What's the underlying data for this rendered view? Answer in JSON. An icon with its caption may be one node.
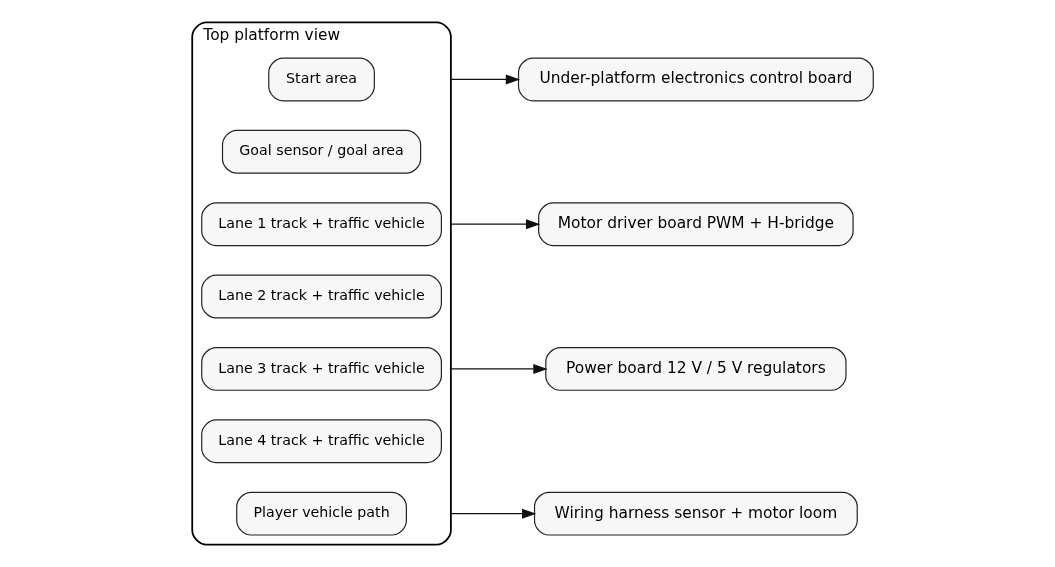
{
  "diagram": {
    "nodes": [
      {
        "text": [
          "Top platform view"
        ]
      },
      {
        "text": [
          "Start area"
        ],
        "in": 0
      },
      {
        "text": [
          "Goal sensor / goal area"
        ],
        "in": 0
      },
      {
        "text": [
          "Lane 1 track + traffic vehicle"
        ],
        "in": 0
      },
      {
        "text": [
          "Lane 2 track + traffic vehicle"
        ],
        "in": 0
      },
      {
        "text": [
          "Lane 3 track + traffic vehicle"
        ],
        "in": 0
      },
      {
        "text": [
          "Lane 4 track + traffic vehicle"
        ],
        "in": 0
      },
      {
        "text": [
          "Player vehicle path"
        ],
        "in": 0
      },
      {
        "text": [
          "Under-platform electronics control board"
        ]
      },
      {
        "text": [
          "Motor driver board PWM + H-bridge"
        ]
      },
      {
        "text": [
          "Power board 12 V / 5 V regulators"
        ]
      },
      {
        "text": [
          "Wiring harness sensor + motor loom"
        ]
      }
    ],
    "edges": [
      {
        "from": 0,
        "to": 8,
        "arrow": "to"
      },
      {
        "from": 0,
        "to": 9,
        "arrow": "to"
      },
      {
        "from": 0,
        "to": 10,
        "arrow": "to"
      },
      {
        "from": 0,
        "to": 11,
        "arrow": "to"
      }
    ]
  }
}
